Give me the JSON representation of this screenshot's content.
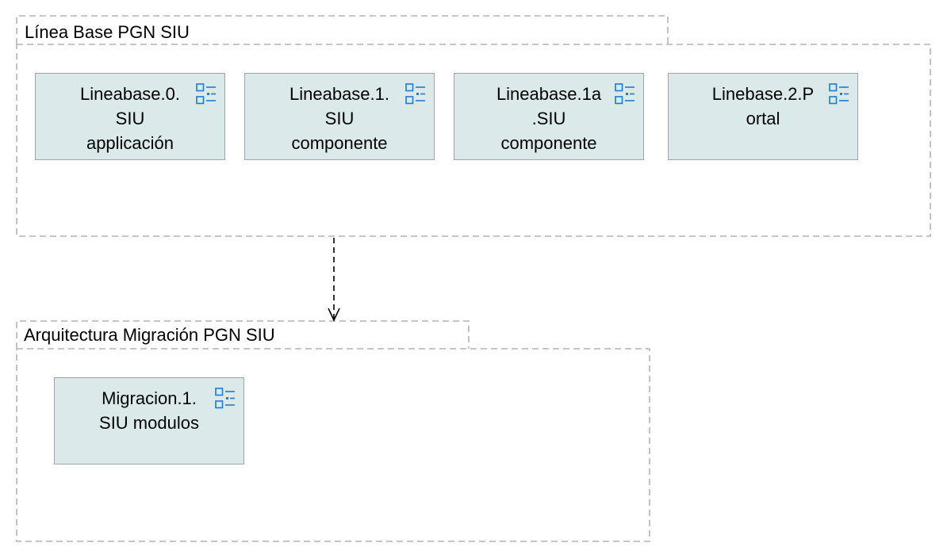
{
  "icon": {
    "name": "component-list-icon",
    "color": "#1e7bd0"
  },
  "colors": {
    "node_fill": "#dbe9ea",
    "node_border": "#9ea3a6",
    "group_border": "#b4b4b4",
    "connector": "#000000"
  },
  "groups": [
    {
      "title": "Línea Base PGN SIU",
      "nodes": [
        {
          "lines": [
            "Lineabase.0.",
            "SIU",
            "applicación"
          ]
        },
        {
          "lines": [
            "Lineabase.1.",
            "SIU",
            "componente"
          ]
        },
        {
          "lines": [
            "Lineabase.1a",
            ".SIU",
            "componente"
          ]
        },
        {
          "lines": [
            "Linebase.2.P",
            "ortal"
          ]
        }
      ]
    },
    {
      "title": "Arquitectura Migración PGN SIU",
      "nodes": [
        {
          "lines": [
            "Migracion.1.",
            "SIU modulos"
          ]
        }
      ]
    }
  ],
  "connectors": [
    {
      "from": "group-linea-base",
      "to": "group-arquitectura-migracion",
      "style": "dashed",
      "arrow": "open"
    }
  ]
}
